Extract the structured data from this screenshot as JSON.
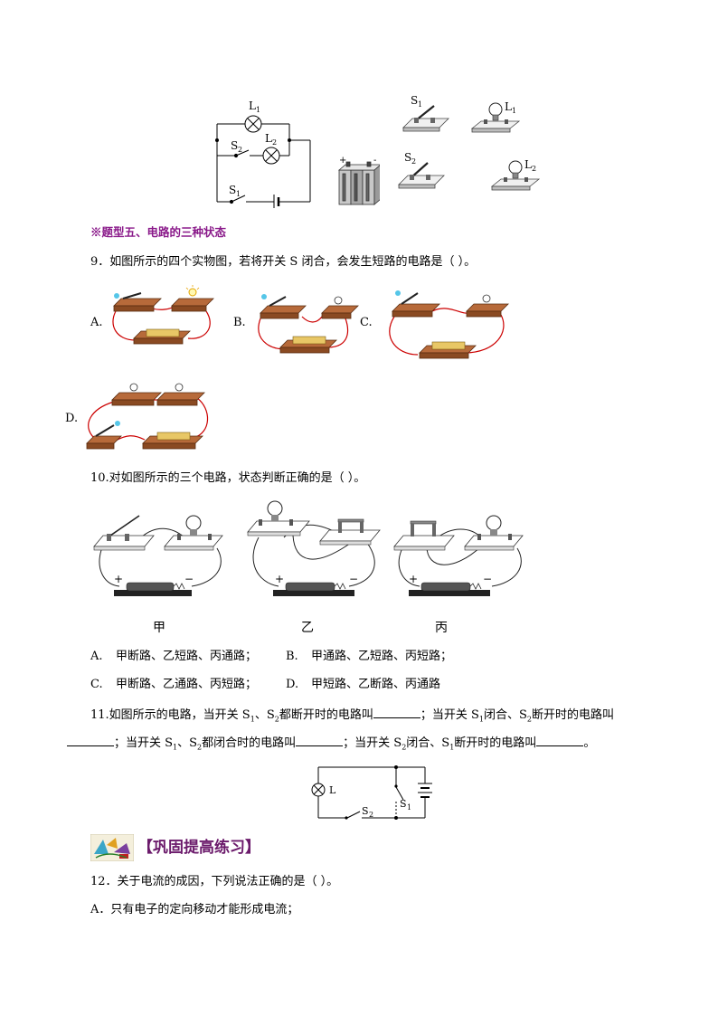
{
  "top_circuit": {
    "diagram_labels": {
      "L1": "L",
      "L1_sub": "1",
      "L2": "L",
      "L2_sub": "2",
      "S2": "S",
      "S2_sub": "2",
      "S1": "S",
      "S1_sub": "1"
    },
    "physical_labels": {
      "S1": "S",
      "S1_sub": "1",
      "L1": "L",
      "L1_sub": "1",
      "S2": "S",
      "S2_sub": "2",
      "L2": "L",
      "L2_sub": "2",
      "battery_plus": "+",
      "battery_minus": "-"
    }
  },
  "section5": {
    "title": "※题型五、电路的三种状态"
  },
  "q9": {
    "stem": "9．如图所示的四个实物图，若将开关 S 闭合，会发生短路的电路是（    ）。",
    "labels": {
      "a": "A.",
      "b": "B.",
      "c": "C.",
      "d": "D."
    }
  },
  "q10": {
    "stem": "10.对如图所示的三个电路，状态判断正确的是（    ）。",
    "captions": {
      "jia": "甲",
      "yi": "乙",
      "bing": "丙"
    },
    "plus": "+",
    "minus": "−",
    "options": {
      "a_letter": "A.",
      "a_text": "甲断路、乙短路、丙通路；",
      "b_letter": "B.",
      "b_text": "甲通路、乙短路、丙短路；",
      "c_letter": "C.",
      "c_text": "甲断路、乙通路、丙短路；",
      "d_letter": "D.",
      "d_text": "甲短路、乙断路、丙通路"
    }
  },
  "q11": {
    "line1_a": "11.如图所示的电路，当开关 S",
    "line1_b": "、S",
    "line1_c": "都断开时的电路叫",
    "line1_d": "；当开关 S",
    "line1_e": "闭合、S",
    "line1_f": "断开时的电路叫",
    "line2_a": "；当开关 S",
    "line2_b": "、S",
    "line2_c": "都闭合时的电路叫",
    "line2_d": "；当开关 S",
    "line2_e": "闭合、S",
    "line2_f": "断开时的电路叫",
    "line2_end": "。",
    "sub1": "1",
    "sub2": "2",
    "diagram": {
      "L": "L",
      "S1": "S",
      "S1_sub": "1",
      "S2": "S",
      "S2_sub": "2"
    }
  },
  "section_consolidate": {
    "title": "【巩固提高练习】"
  },
  "q12": {
    "stem": "12．关于电流的成因，下列说法正确的是（    ）。",
    "option_a": "A．只有电子的定向移动才能形成电流；"
  }
}
